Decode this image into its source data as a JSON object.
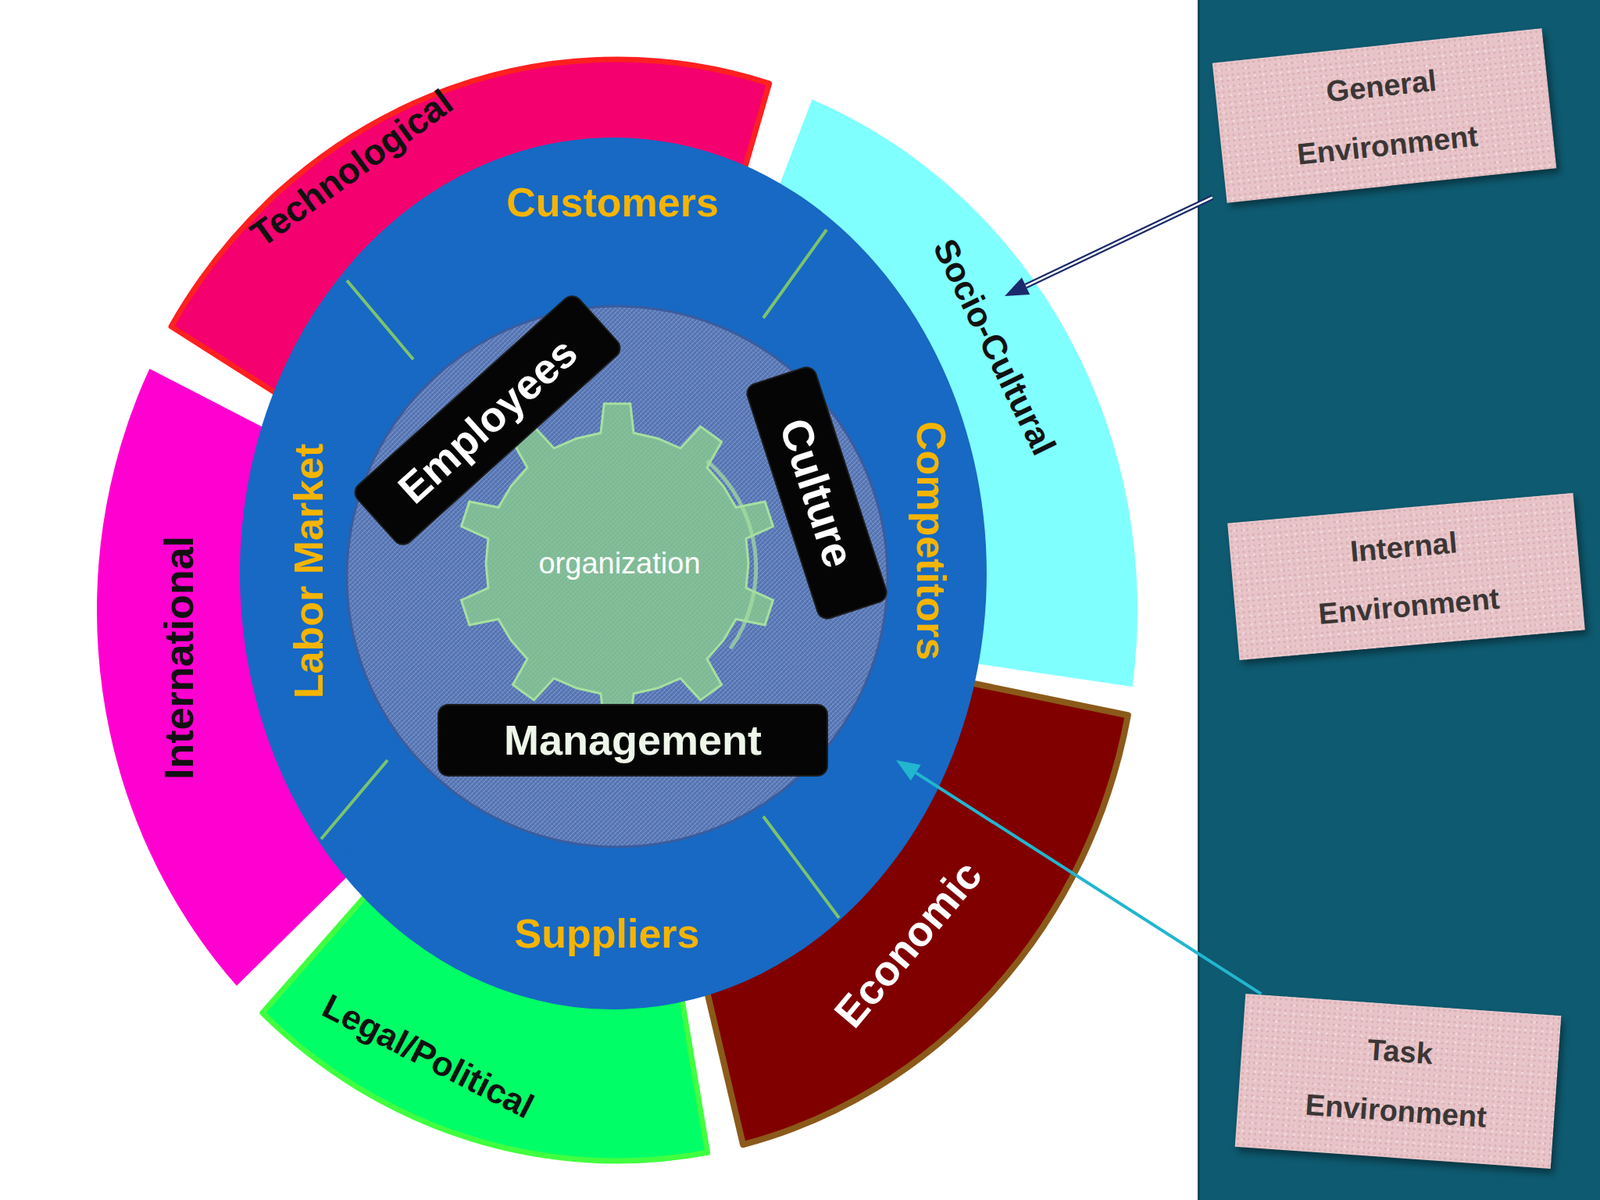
{
  "diagram": {
    "nodes": [
      {
        "text": [
          "Technological"
        ]
      },
      {
        "text": [
          "Socio-Cultural"
        ]
      },
      {
        "text": [
          "Economic"
        ]
      },
      {
        "text": [
          "Legal/Political"
        ]
      },
      {
        "text": [
          "International"
        ]
      },
      {
        "text": [
          "Customers"
        ]
      },
      {
        "text": [
          "Competitors"
        ]
      },
      {
        "text": [
          "Suppliers"
        ]
      },
      {
        "text": [
          "Labor Market"
        ]
      },
      {
        "text": [
          "organization"
        ]
      },
      {
        "text": [
          "Employees"
        ],
        "in": 9
      },
      {
        "text": [
          "Culture"
        ],
        "in": 9
      },
      {
        "text": [
          "Management"
        ],
        "in": 9
      },
      {
        "text": [
          "General Environment"
        ]
      },
      {
        "text": [
          "Internal Environment"
        ]
      },
      {
        "text": [
          "Task Environment"
        ]
      }
    ],
    "edges": [
      {
        "from": 13,
        "to": 1,
        "arrow": "to"
      },
      {
        "from": 15,
        "to": 6,
        "arrow": "to"
      }
    ]
  }
}
